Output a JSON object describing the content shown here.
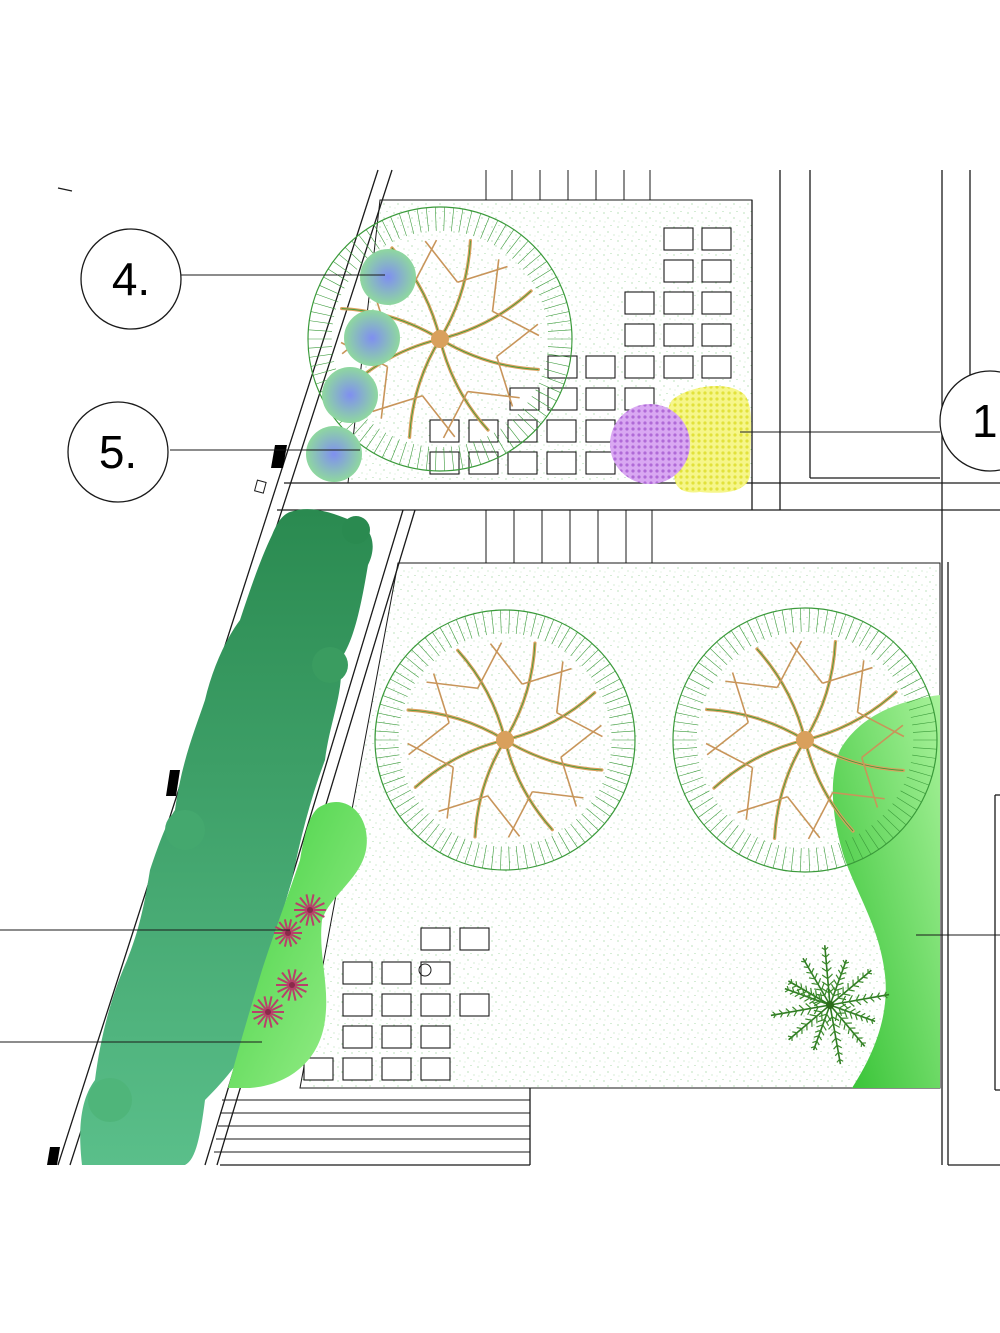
{
  "callouts": [
    {
      "id": "4",
      "label": "4."
    },
    {
      "id": "5",
      "label": "5."
    },
    {
      "id": "1",
      "label": "1"
    }
  ],
  "colors": {
    "line": "#1a1a1a",
    "paving_speckle": "#8fcf8f",
    "tree_outline": "#3a9a3a",
    "tree_trunk": "#d9a05c",
    "shrub_blue_center": "#7f9ee8",
    "shrub_blue_edge": "#8fd08f",
    "hedge_dark": "#2f9a5a",
    "hedge_light": "#4fb882",
    "lawn_bright": "#3fcf3f",
    "lawn_light": "#9ff08f",
    "flower_purple": "#c98ae8",
    "flower_yellow": "#f2f26a",
    "accent_red": "#b8406a",
    "palm": "#3a8a2a"
  },
  "icons": [
    "tree-canopy-icon",
    "shrub-icon",
    "palm-icon",
    "cordyline-icon",
    "flowerbed-icon"
  ]
}
